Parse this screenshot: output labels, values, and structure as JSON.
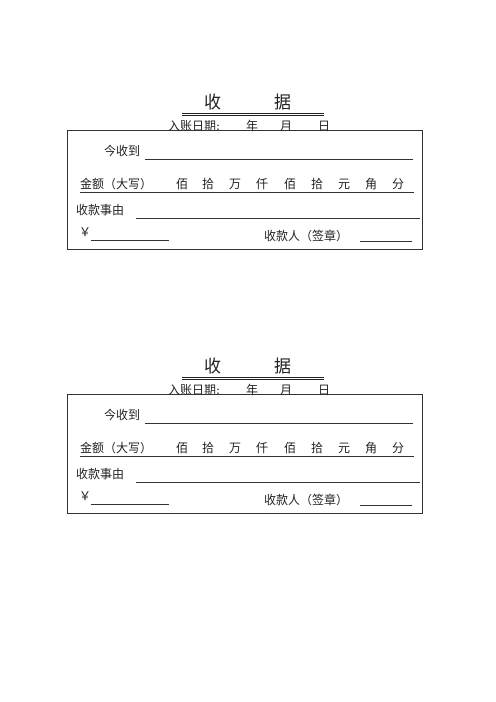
{
  "receipts": [
    {
      "title_left": "收",
      "title_right": "据",
      "date_label": "入账日期:",
      "year": "年",
      "month": "月",
      "day": "日",
      "payee_label": "今收到",
      "amount_label": "金额（大写）",
      "units": [
        "佰",
        "拾",
        "万",
        "仟",
        "佰",
        "拾",
        "元",
        "角",
        "分"
      ],
      "reason_label": "收款事由",
      "currency_symbol": "￥",
      "receiver_label": "收款人（签章）"
    },
    {
      "title_left": "收",
      "title_right": "据",
      "date_label": "入账日期:",
      "year": "年",
      "month": "月",
      "day": "日",
      "payee_label": "今收到",
      "amount_label": "金额（大写）",
      "units": [
        "佰",
        "拾",
        "万",
        "仟",
        "佰",
        "拾",
        "元",
        "角",
        "分"
      ],
      "reason_label": "收款事由",
      "currency_symbol": "￥",
      "receiver_label": "收款人（签章）"
    }
  ]
}
